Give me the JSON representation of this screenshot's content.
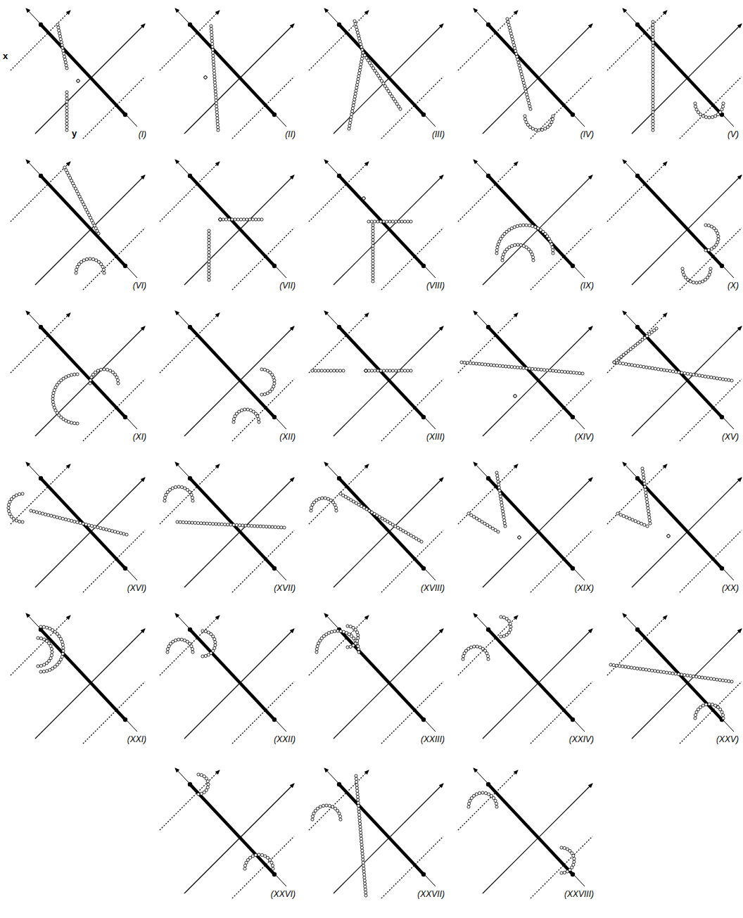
{
  "diagram": {
    "labels": [
      "x",
      "y",
      "(I)",
      "(II)",
      "(III)",
      "(IV)",
      "(V)",
      "(VI)",
      "(VII)",
      "(VIII)",
      "(IX)",
      "(X)",
      "(XI)",
      "(XII)",
      "(XIII)",
      "(XIV)",
      "(XV)",
      "(XVI)",
      "(XVII)",
      "(XVIII)",
      "(XIX)",
      "(XX)",
      "(XXI)",
      "(XXII)",
      "(XXIII)",
      "(XXIV)",
      "(XXV)",
      "(XXVI)",
      "(XXVII)",
      "(XXVIII)"
    ]
  }
}
